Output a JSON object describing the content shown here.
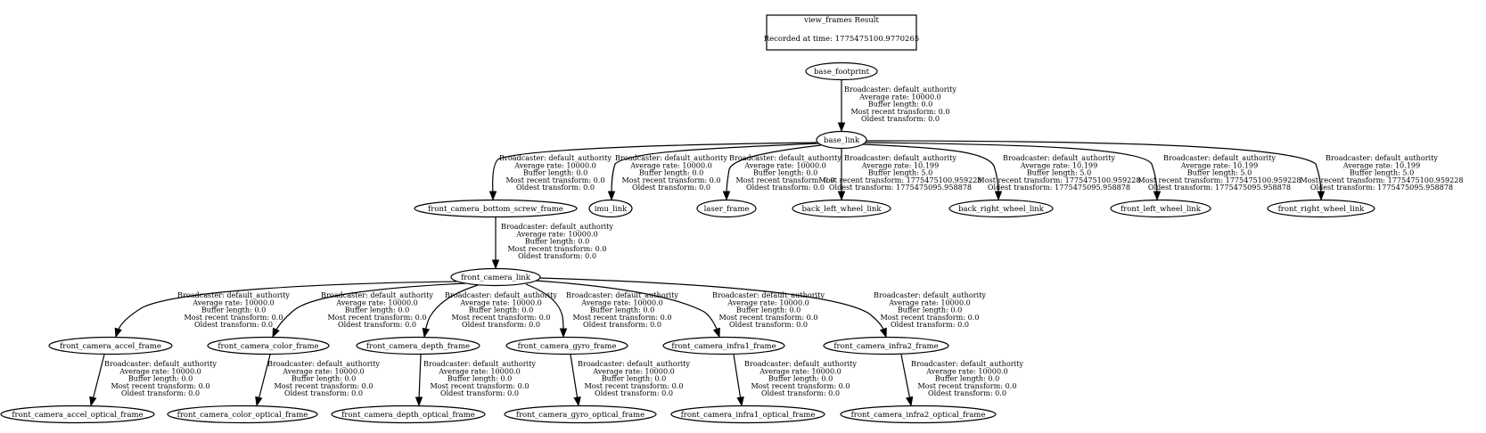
{
  "title": {
    "heading": "view_frames Result",
    "recorded": "Recorded at time: 1775475100.9770265"
  },
  "frames": {
    "base_footprint": "base_footprint",
    "base_link": "base_link",
    "front_camera_bottom_screw_frame": "front_camera_bottom_screw_frame",
    "imu_link": "imu_link",
    "laser_frame": "laser_frame",
    "back_left_wheel_link": "back_left_wheel_link",
    "back_right_wheel_link": "back_right_wheel_link",
    "front_left_wheel_link": "front_left_wheel_link",
    "front_right_wheel_link": "front_right_wheel_link",
    "front_camera_link": "front_camera_link",
    "front_camera_accel_frame": "front_camera_accel_frame",
    "front_camera_color_frame": "front_camera_color_frame",
    "front_camera_depth_frame": "front_camera_depth_frame",
    "front_camera_gyro_frame": "front_camera_gyro_frame",
    "front_camera_infra1_frame": "front_camera_infra1_frame",
    "front_camera_infra2_frame": "front_camera_infra2_frame",
    "front_camera_accel_optical_frame": "front_camera_accel_optical_frame",
    "front_camera_color_optical_frame": "front_camera_color_optical_frame",
    "front_camera_depth_optical_frame": "front_camera_depth_optical_frame",
    "front_camera_gyro_optical_frame": "front_camera_gyro_optical_frame",
    "front_camera_infra1_optical_frame": "front_camera_infra1_optical_frame",
    "front_camera_infra2_optical_frame": "front_camera_infra2_optical_frame"
  },
  "edges": {
    "base_footprint_to_base_link": [
      "Broadcaster: default_authority",
      "Average rate: 10000.0",
      "Buffer length: 0.0",
      "Most recent transform: 0.0",
      "Oldest transform: 0.0"
    ],
    "base_link_to_front_camera_bottom_screw_frame": [
      "Broadcaster: default_authority",
      "Average rate: 10000.0",
      "Buffer length: 0.0",
      "Most recent transform: 0.0",
      "Oldest transform: 0.0"
    ],
    "base_link_to_imu_link": [
      "Broadcaster: default_authority",
      "Average rate: 10000.0",
      "Buffer length: 0.0",
      "Most recent transform: 0.0",
      "Oldest transform: 0.0"
    ],
    "base_link_to_laser_frame": [
      "Broadcaster: default_authority",
      "Average rate: 10000.0",
      "Buffer length: 0.0",
      "Most recent transform: 0.0",
      "Oldest transform: 0.0"
    ],
    "base_link_to_back_left_wheel_link": [
      "Broadcaster: default_authority",
      "Average rate: 10.199",
      "Buffer length: 5.0",
      "Most recent transform: 1775475100.959228",
      "Oldest transform: 1775475095.958878"
    ],
    "base_link_to_back_right_wheel_link": [
      "Broadcaster: default_authority",
      "Average rate: 10.199",
      "Buffer length: 5.0",
      "Most recent transform: 1775475100.959228",
      "Oldest transform: 1775475095.958878"
    ],
    "base_link_to_front_left_wheel_link": [
      "Broadcaster: default_authority",
      "Average rate: 10.199",
      "Buffer length: 5.0",
      "Most recent transform: 1775475100.959228",
      "Oldest transform: 1775475095.958878"
    ],
    "base_link_to_front_right_wheel_link": [
      "Broadcaster: default_authority",
      "Average rate: 10.199",
      "Buffer length: 5.0",
      "Most recent transform: 1775475100.959228",
      "Oldest transform: 1775475095.958878"
    ],
    "front_camera_bottom_screw_frame_to_front_camera_link": [
      "Broadcaster: default_authority",
      "Average rate: 10000.0",
      "Buffer length: 0.0",
      "Most recent transform: 0.0",
      "Oldest transform: 0.0"
    ],
    "front_camera_link_to_front_camera_accel_frame": [
      "Broadcaster: default_authority",
      "Average rate: 10000.0",
      "Buffer length: 0.0",
      "Most recent transform: 0.0",
      "Oldest transform: 0.0"
    ],
    "front_camera_link_to_front_camera_color_frame": [
      "Broadcaster: default_authority",
      "Average rate: 10000.0",
      "Buffer length: 0.0",
      "Most recent transform: 0.0",
      "Oldest transform: 0.0"
    ],
    "front_camera_link_to_front_camera_depth_frame": [
      "Broadcaster: default_authority",
      "Average rate: 10000.0",
      "Buffer length: 0.0",
      "Most recent transform: 0.0",
      "Oldest transform: 0.0"
    ],
    "front_camera_link_to_front_camera_gyro_frame": [
      "Broadcaster: default_authority",
      "Average rate: 10000.0",
      "Buffer length: 0.0",
      "Most recent transform: 0.0",
      "Oldest transform: 0.0"
    ],
    "front_camera_link_to_front_camera_infra1_frame": [
      "Broadcaster: default_authority",
      "Average rate: 10000.0",
      "Buffer length: 0.0",
      "Most recent transform: 0.0",
      "Oldest transform: 0.0"
    ],
    "front_camera_link_to_front_camera_infra2_frame": [
      "Broadcaster: default_authority",
      "Average rate: 10000.0",
      "Buffer length: 0.0",
      "Most recent transform: 0.0",
      "Oldest transform: 0.0"
    ],
    "front_camera_accel_frame_to_front_camera_accel_optical_frame": [
      "Broadcaster: default_authority",
      "Average rate: 10000.0",
      "Buffer length: 0.0",
      "Most recent transform: 0.0",
      "Oldest transform: 0.0"
    ],
    "front_camera_color_frame_to_front_camera_color_optical_frame": [
      "Broadcaster: default_authority",
      "Average rate: 10000.0",
      "Buffer length: 0.0",
      "Most recent transform: 0.0",
      "Oldest transform: 0.0"
    ],
    "front_camera_depth_frame_to_front_camera_depth_optical_frame": [
      "Broadcaster: default_authority",
      "Average rate: 10000.0",
      "Buffer length: 0.0",
      "Most recent transform: 0.0",
      "Oldest transform: 0.0"
    ],
    "front_camera_gyro_frame_to_front_camera_gyro_optical_frame": [
      "Broadcaster: default_authority",
      "Average rate: 10000.0",
      "Buffer length: 0.0",
      "Most recent transform: 0.0",
      "Oldest transform: 0.0"
    ],
    "front_camera_infra1_frame_to_front_camera_infra1_optical_frame": [
      "Broadcaster: default_authority",
      "Average rate: 10000.0",
      "Buffer length: 0.0",
      "Most recent transform: 0.0",
      "Oldest transform: 0.0"
    ],
    "front_camera_infra2_frame_to_front_camera_infra2_optical_frame": [
      "Broadcaster: default_authority",
      "Average rate: 10000.0",
      "Buffer length: 0.0",
      "Most recent transform: 0.0",
      "Oldest transform: 0.0"
    ]
  }
}
